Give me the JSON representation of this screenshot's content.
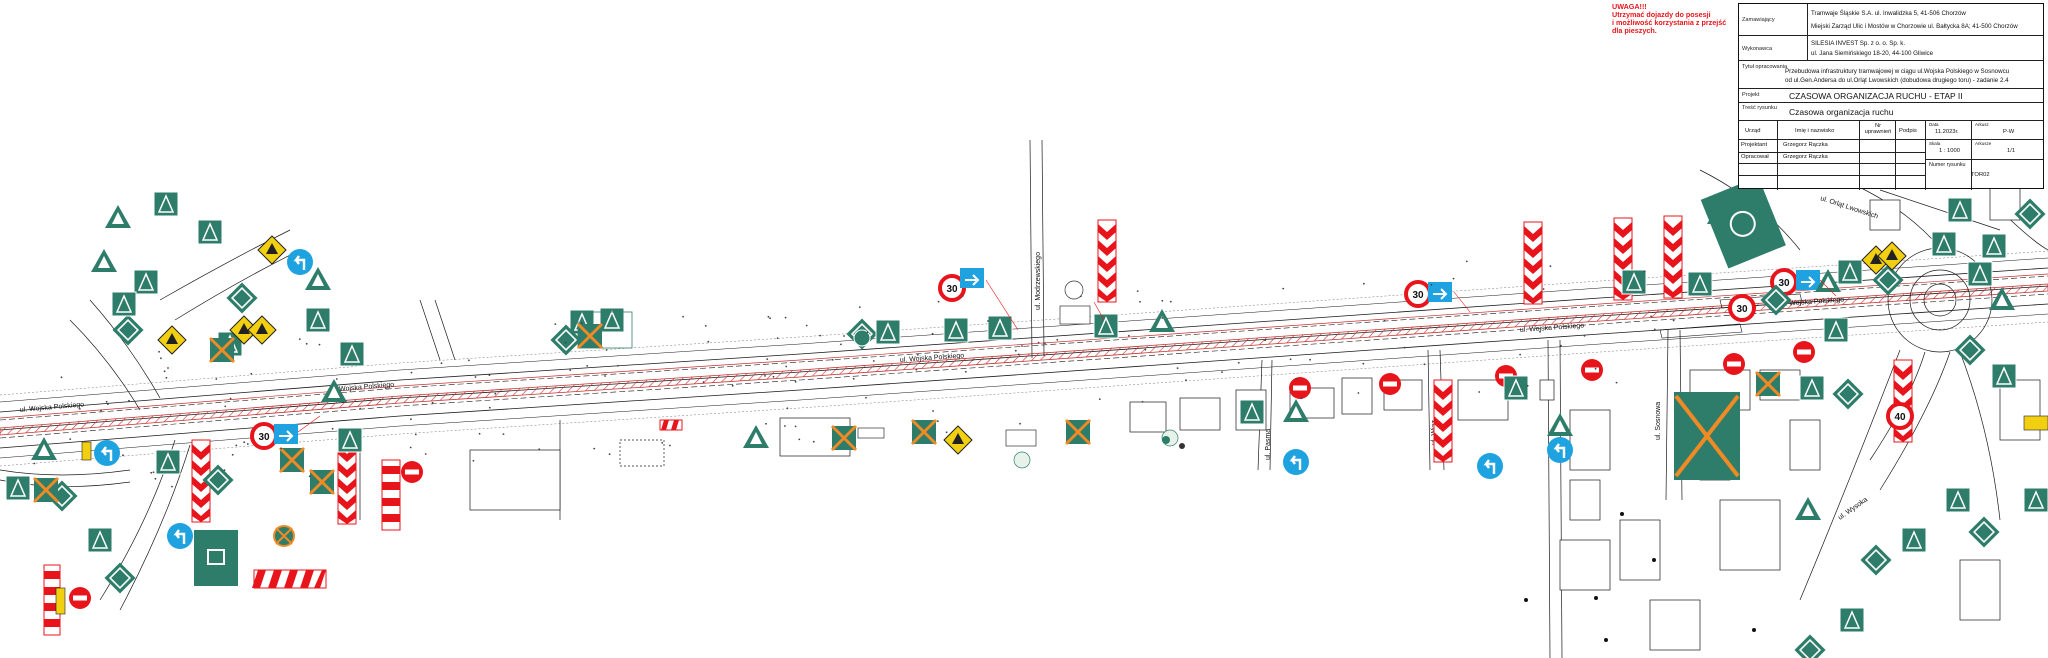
{
  "warning": {
    "lines": [
      "UWAGA!!!",
      "Utrzymać dojazdy do posesji",
      "i możliwość korzystania z przejść",
      "dla pieszych."
    ]
  },
  "title_block": {
    "zamawiajacy": {
      "label": "Zamawiający",
      "line1": "Tramwaje Śląskie S.A. ul. Inwalidzka 5, 41-506 Chorzów",
      "line2": "Miejski Zarząd Ulic i Mostów w Chorzowie ul. Bałtycka 8A; 41-500 Chorzów"
    },
    "wykonawca": {
      "label": "Wykonawca",
      "line1": "SILESIA INVEST Sp. z o. o. Sp. k.",
      "line2": "ul. Jana Siemińskiego 18-20, 44-100 Gliwice"
    },
    "temat": {
      "label": "Tytuł opracowania",
      "line1": "Przebudowa infrastruktury tramwajowej w ciągu ul.Wojska Polskiego w Sosnowcu",
      "line2": "od ul.Gen.Andersa do ul.Orląt Lwowskich (dobudowa drugiego toru) - zadanie 2.4"
    },
    "projekt": {
      "label": "Projekt",
      "value": "CZASOWA ORGANIZACJA RUCHU    - ETAP II"
    },
    "tresc": {
      "label": "Treść rysunku",
      "value": "Czasowa organizacja ruchu"
    },
    "headers": [
      "Urząd",
      "Imię i nazwisko",
      "Nr uprawnień",
      "Podpis"
    ],
    "data": {
      "label": "Data",
      "value": "11.2023r."
    },
    "arkusz": {
      "label": "Arkusz",
      "value": "P-W"
    },
    "rows": [
      {
        "role": "Projektant",
        "name": "Grzegorz Rączka"
      },
      {
        "role": "Opracował",
        "name": "Grzegorz Rączka"
      }
    ],
    "skala": {
      "label": "Skala",
      "value": "1 : 1000"
    },
    "arkusze": {
      "label": "Arkusze",
      "value": "1/1"
    },
    "numer": {
      "label": "Numer rysunku",
      "value": "TOR02"
    }
  },
  "streets": [
    "ul. Wojska Polskiego",
    "ul. Wojska Polskiego",
    "ul. Wojska Polskiego",
    "ul. Wojska Polskiego",
    "ul. Wojska Polskiego",
    "ul. Modrzewskiego",
    "ul. Pasma",
    "ul. Wiąz",
    "ul. Sosnowa",
    "ul. Wysoka",
    "ul. Orląt Lwowskich"
  ],
  "speed_signs": [
    "30",
    "30",
    "30",
    "30",
    "30",
    "40"
  ],
  "colors": {
    "sign_green": "#2e7d6a",
    "sign_red": "#e8141b",
    "sign_blue": "#1fa3e0",
    "sign_yellow": "#f2cf10",
    "road_hatch": "#c93030",
    "plan_lines": "#1a1a1a"
  }
}
